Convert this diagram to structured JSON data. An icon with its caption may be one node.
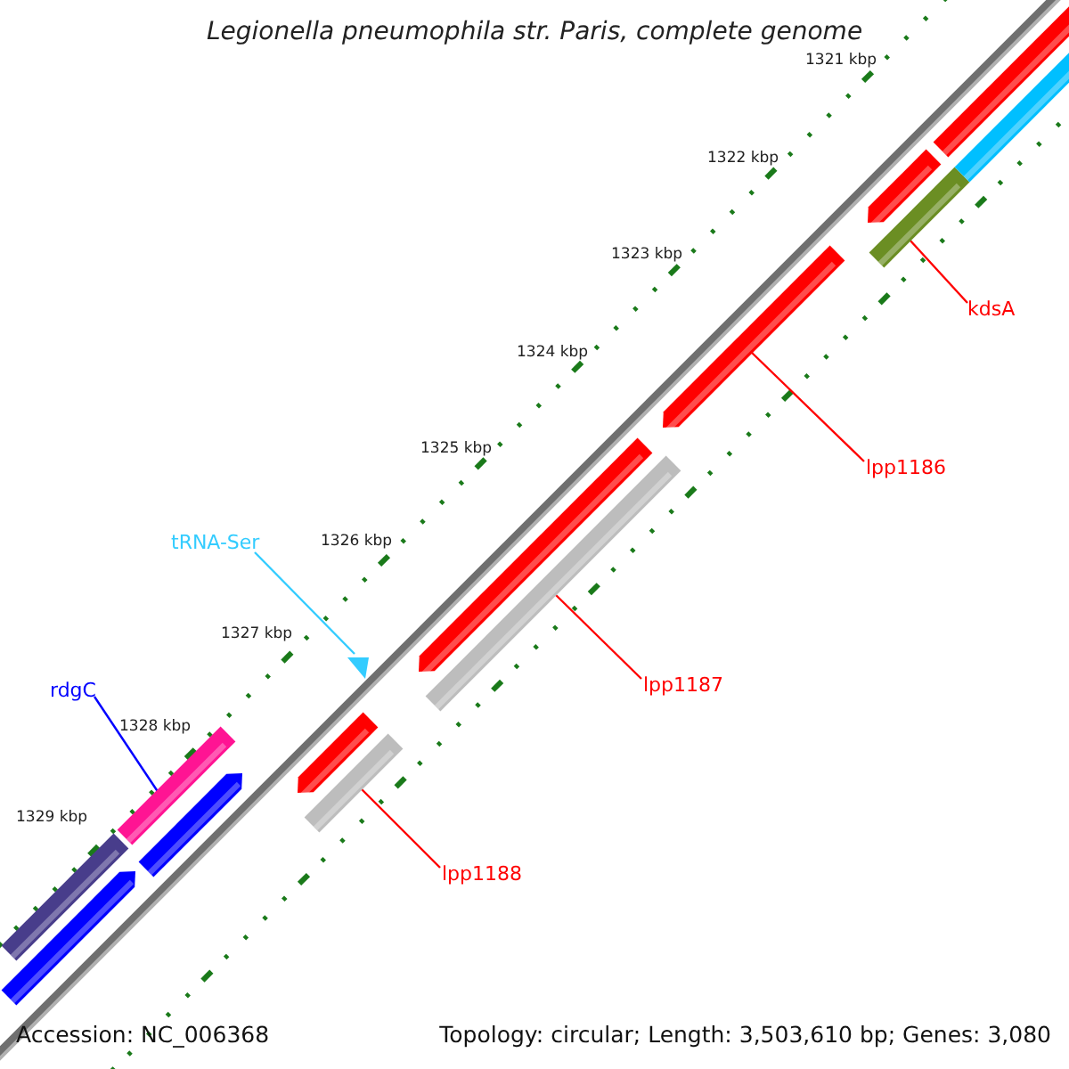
{
  "diagram": {
    "title": "Legionella pneumophila str. Paris, complete genome",
    "nodes": [
      {
        "text": [
          "kdsA"
        ]
      },
      {
        "text": [],
        "shape": "bar"
      },
      {
        "text": [
          "lpp1186"
        ]
      },
      {
        "text": [],
        "shape": "bar"
      },
      {
        "text": [
          "tRNA-Ser"
        ]
      },
      {
        "text": [],
        "shape": "triangle"
      },
      {
        "text": [
          "lpp1187"
        ]
      },
      {
        "text": [],
        "shape": "bar"
      },
      {
        "text": [
          "rdgC"
        ]
      },
      {
        "text": [],
        "shape": "bar"
      },
      {
        "text": [
          "lpp1188"
        ]
      },
      {
        "text": [],
        "shape": "bar"
      },
      {
        "text": [],
        "shape": "bar"
      },
      {
        "text": [],
        "shape": "bar"
      },
      {
        "text": [],
        "shape": "bar"
      },
      {
        "text": [],
        "shape": "bar"
      },
      {
        "text": [],
        "shape": "bar"
      },
      {
        "text": [],
        "shape": "bar"
      },
      {
        "text": [],
        "shape": "bar"
      },
      {
        "text": [],
        "shape": "bar"
      }
    ],
    "edges": [
      {
        "from": 0,
        "to": 1,
        "arrow": "none"
      },
      {
        "from": 2,
        "to": 3,
        "arrow": "none"
      },
      {
        "from": 4,
        "to": 5,
        "arrow": "none",
        "color": "#33ccff"
      },
      {
        "from": 6,
        "to": 7,
        "arrow": "none"
      },
      {
        "from": 8,
        "to": 9,
        "arrow": "none",
        "color": "#0000ff"
      },
      {
        "from": 10,
        "to": 11,
        "arrow": "none"
      }
    ],
    "labels": [
      "1321 kbp",
      "1322 kbp",
      "1323 kbp",
      "1324 kbp",
      "1325 kbp",
      "1326 kbp",
      "1327 kbp",
      "1328 kbp",
      "1329 kbp",
      "Accession: NC_006368",
      "Topology: circular; Length: 3,503,610 bp; Genes: 3,080"
    ]
  }
}
